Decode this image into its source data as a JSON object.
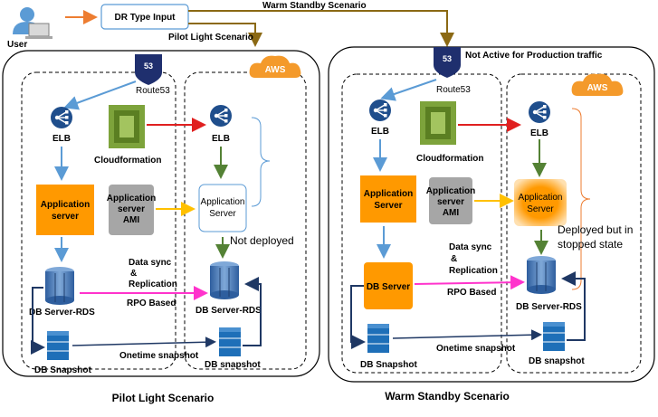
{
  "top": {
    "user_label": "User",
    "input_box_label": "DR Type Input",
    "warm_standby_label": "Warm Standby Scenario",
    "pilot_light_label": "Pilot Light Scenario"
  },
  "left": {
    "route53": "Route53",
    "aws": "AWS",
    "elb_primary": "ELB",
    "elb_secondary": "ELB",
    "cloudformation": "Cloudformation",
    "app_server_primary_line1": "Application",
    "app_server_primary_line2": "server",
    "ami_line1": "Application",
    "ami_line2": "server",
    "ami_line3": "AMI",
    "app_server_secondary_line1": "Application",
    "app_server_secondary_line2": "Server",
    "not_deployed": "Not deployed",
    "data_sync_line1": "Data sync",
    "data_sync_line2": "&",
    "data_sync_line3": "Replication",
    "rpo": "RPO Based",
    "db_primary": "DB Server-RDS",
    "db_secondary": "DB Server-RDS",
    "snapshot_primary": "DB Snapshot",
    "snapshot_secondary": "DB snapshot",
    "onetime": "Onetime snapshot",
    "scenario_title": "Pilot Light Scenario"
  },
  "right": {
    "not_active": "Not Active for Production traffic",
    "route53": "Route53",
    "aws": "AWS",
    "elb_primary": "ELB",
    "elb_secondary": "ELB",
    "cloudformation": "Cloudformation",
    "app_server_primary_line1": "Application",
    "app_server_primary_line2": "Server",
    "ami_line1": "Application",
    "ami_line2": "server",
    "ami_line3": "AMI",
    "app_server_secondary_line1": "Application",
    "app_server_secondary_line2": "Server",
    "deployed_note_line1": "Deployed but in",
    "deployed_note_line2": "stopped state",
    "data_sync_line1": "Data sync",
    "data_sync_line2": "&",
    "data_sync_line3": "Replication",
    "rpo": "RPO Based",
    "db_server": "DB Server",
    "db_secondary": "DB Server-RDS",
    "snapshot_primary": "DB Snapshot",
    "snapshot_secondary": "DB snapshot",
    "onetime": "Onetime snapshot",
    "scenario_title": "Warm Standby Scenario"
  },
  "colors": {
    "orange_box": "#FF9900",
    "grey_box": "#A6A6A6",
    "blue_arrow": "#5B9BD5",
    "green_arrow": "#548235",
    "red_arrow": "#E02020",
    "yellow_arrow": "#FFC000",
    "magenta_arrow": "#FF33CC",
    "dark_arrow": "#1F3864",
    "brown_arrow": "#8B6914",
    "orange_arrow": "#ED7D31"
  }
}
